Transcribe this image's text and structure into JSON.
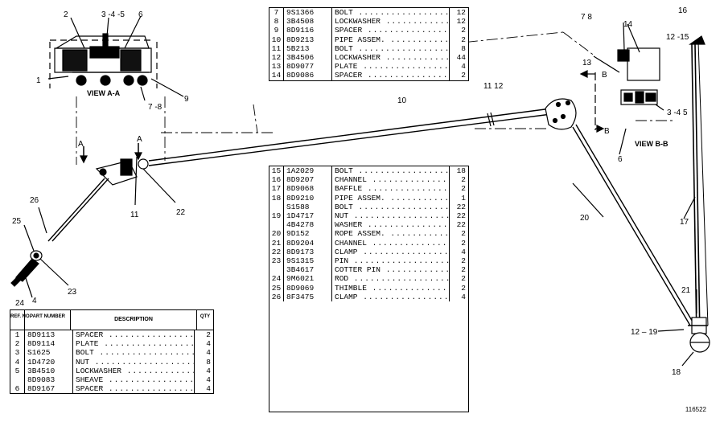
{
  "views": {
    "view_a": "VIEW A-A",
    "view_b": "VIEW B-B",
    "section_a": "A",
    "section_b": "B"
  },
  "callouts": {
    "c1": "1",
    "c2": "2",
    "c345_top": "3 -4 -5",
    "c6_top": "6",
    "c78_a": "7 -8",
    "c9": "9",
    "c78_b": "7  8",
    "c14": "14",
    "c16": "16",
    "c1215_top": "12 -15",
    "c13": "13",
    "c1112_mid": "11 12",
    "c10": "10",
    "c345_b": "3 -4 5",
    "c6_b": "6",
    "c11": "11",
    "c22": "22",
    "c26": "26",
    "c25": "25",
    "c23": "23",
    "c24": "24",
    "c4": "4",
    "c20": "20",
    "c17": "17",
    "c21": "21",
    "c1219": "12 – 19",
    "c18": "18"
  },
  "drawing_id": "116522",
  "table_top": {
    "rows": [
      {
        "ref": "7",
        "pn": "9S1366",
        "desc": "BOLT",
        "qty": "12"
      },
      {
        "ref": "8",
        "pn": "3B4508",
        "desc": "LOCKWASHER",
        "qty": "12"
      },
      {
        "ref": "9",
        "pn": "8D9116",
        "desc": "SPACER",
        "qty": "2"
      },
      {
        "ref": "10",
        "pn": "8D9213",
        "desc": "PIPE ASSEM.",
        "qty": "2"
      },
      {
        "ref": "11",
        "pn": "5B213",
        "desc": "BOLT",
        "qty": "8"
      },
      {
        "ref": "12",
        "pn": "3B4506",
        "desc": "LOCKWASHER",
        "qty": "44"
      },
      {
        "ref": "13",
        "pn": "8D9077",
        "desc": "PLATE",
        "qty": "4"
      },
      {
        "ref": "14",
        "pn": "8D9086",
        "desc": "SPACER",
        "qty": "2"
      }
    ]
  },
  "table_mid": {
    "rows": [
      {
        "ref": "15",
        "pn": "1A2029",
        "desc": "BOLT",
        "qty": "18"
      },
      {
        "ref": "16",
        "pn": "8D9207",
        "desc": "CHANNEL",
        "qty": "2"
      },
      {
        "ref": "17",
        "pn": "8D9068",
        "desc": "BAFFLE",
        "qty": "2"
      },
      {
        "ref": "18",
        "pn": "8D9210",
        "desc": "PIPE ASSEM.",
        "qty": "1"
      },
      {
        "ref": "",
        "pn": "S1588",
        "desc": "BOLT",
        "qty": "22"
      },
      {
        "ref": "19",
        "pn": "1D4717",
        "desc": "NUT",
        "qty": "22"
      },
      {
        "ref": "",
        "pn": "4B4278",
        "desc": "WASHER",
        "qty": "22"
      },
      {
        "ref": "20",
        "pn": "9D152",
        "desc": "ROPE ASSEM.",
        "qty": "2"
      },
      {
        "ref": "21",
        "pn": "8D9204",
        "desc": "CHANNEL",
        "qty": "2"
      },
      {
        "ref": "22",
        "pn": "8D9173",
        "desc": "CLAMP",
        "qty": "4"
      },
      {
        "ref": "23",
        "pn": "9S1315",
        "desc": "PIN",
        "qty": "2"
      },
      {
        "ref": "",
        "pn": "3B4617",
        "desc": "COTTER PIN",
        "qty": "2"
      },
      {
        "ref": "24",
        "pn": "9M6021",
        "desc": "ROD",
        "qty": "2"
      },
      {
        "ref": "25",
        "pn": "8D9069",
        "desc": "THIMBLE",
        "qty": "2"
      },
      {
        "ref": "26",
        "pn": "8F3475",
        "desc": "CLAMP",
        "qty": "4"
      }
    ]
  },
  "table_bottom": {
    "header": {
      "ref": "REF. NO.",
      "pn": "PART NUMBER",
      "desc": "DESCRIPTION",
      "qty": "QTY"
    },
    "rows": [
      {
        "ref": "1",
        "pn": "8D9113",
        "desc": "SPACER",
        "qty": "2"
      },
      {
        "ref": "2",
        "pn": "8D9114",
        "desc": "PLATE",
        "qty": "4"
      },
      {
        "ref": "3",
        "pn": "S1625",
        "desc": "BOLT",
        "qty": "4"
      },
      {
        "ref": "4",
        "pn": "1D4720",
        "desc": "NUT",
        "qty": "8"
      },
      {
        "ref": "5",
        "pn": "3B4510",
        "desc": "LOCKWASHER",
        "qty": "4"
      },
      {
        "ref": "",
        "pn": "8D9083",
        "desc": "SHEAVE",
        "qty": "4"
      },
      {
        "ref": "6",
        "pn": "8D9167",
        "desc": "SPACER",
        "qty": "4"
      }
    ]
  }
}
